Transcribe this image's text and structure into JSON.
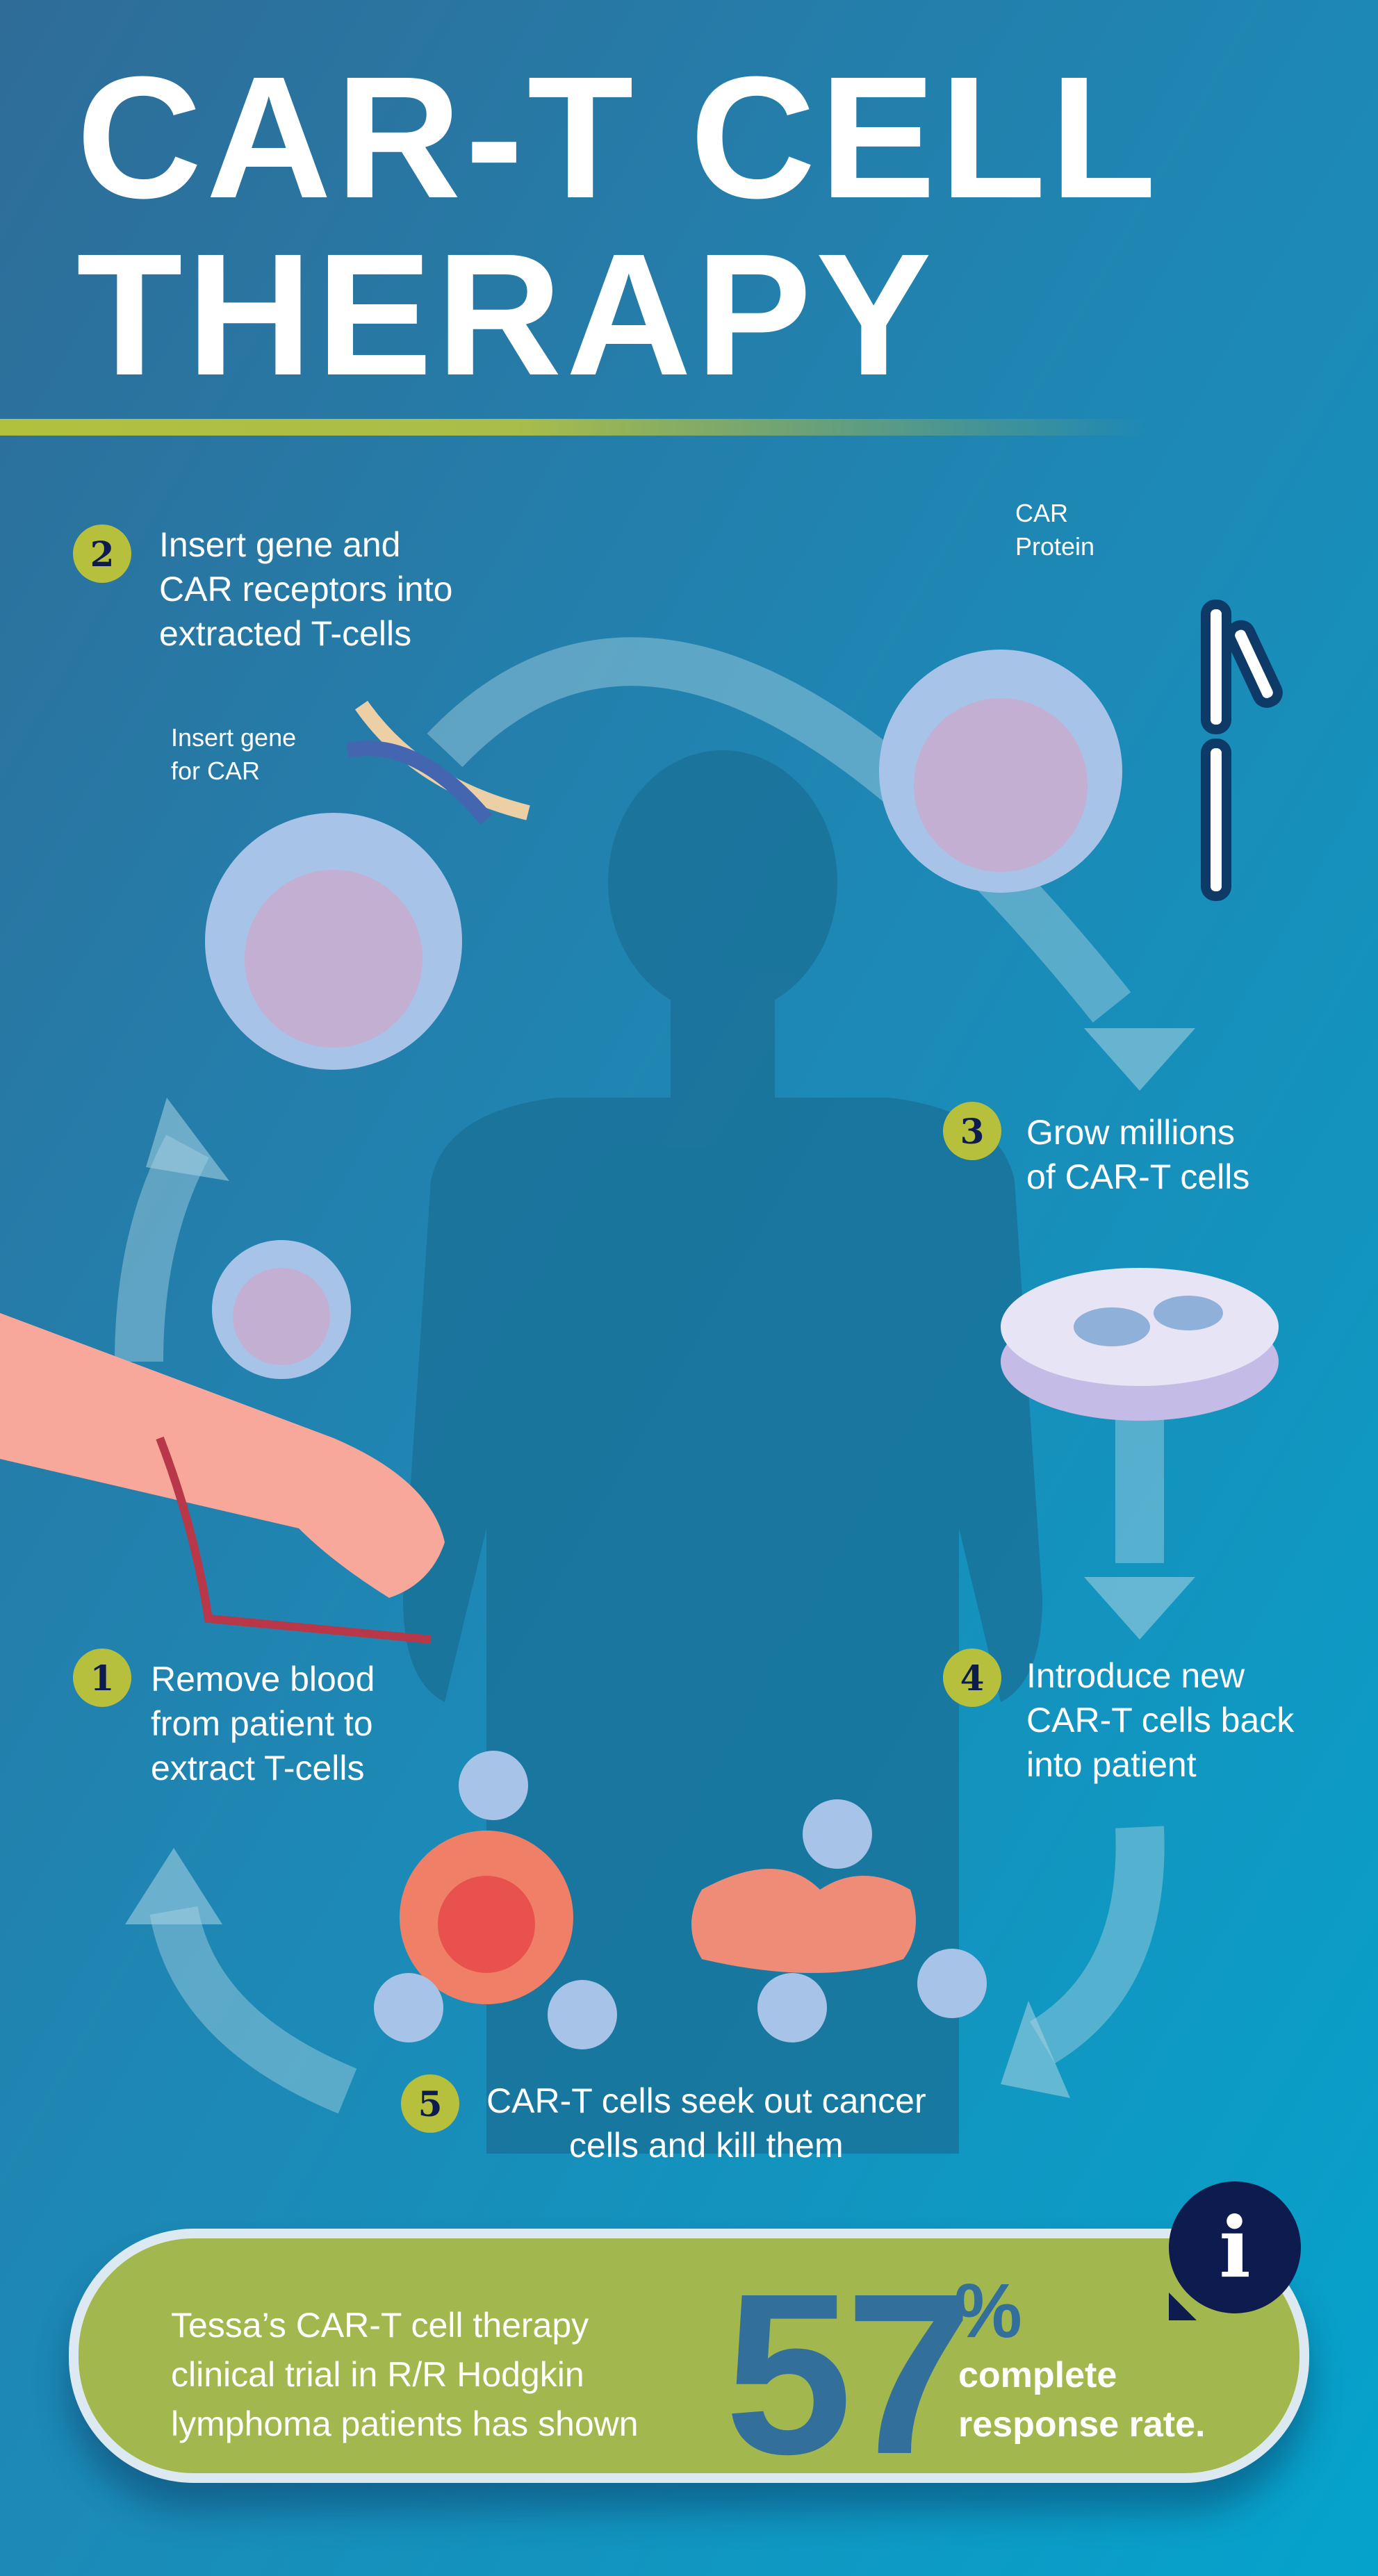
{
  "title": {
    "line1": "CAR-T CELL",
    "line2": "THERAPY"
  },
  "steps": [
    {
      "number": "1",
      "lines": [
        "Remove blood",
        "from patient to",
        "extract T-cells"
      ]
    },
    {
      "number": "2",
      "lines": [
        "Insert gene and",
        "CAR receptors into",
        "extracted T-cells"
      ]
    },
    {
      "number": "3",
      "lines": [
        "Grow millions",
        "of CAR-T cells"
      ]
    },
    {
      "number": "4",
      "lines": [
        "Introduce new",
        "CAR-T cells back",
        "into patient"
      ]
    },
    {
      "number": "5",
      "lines": [
        "CAR-T cells seek out cancer",
        "cells and kill them"
      ]
    }
  ],
  "labels": {
    "car_protein": [
      "CAR",
      "Protein"
    ],
    "insert_gene": [
      "Insert gene",
      "for CAR"
    ]
  },
  "callout": {
    "text": [
      "Tessa’s CAR-T cell therapy",
      "clinical trial in R/R Hodgkin",
      "lymphoma patients has shown"
    ],
    "value": "57",
    "unit": "%",
    "stat": [
      "complete",
      "response rate."
    ],
    "icon": "info-icon",
    "icon_glyph": "i"
  },
  "colors": {
    "accent": "#b6c03c",
    "navy": "#0d1b4f",
    "callout_bg": "#a2b84e",
    "stat_blue": "#326f9a"
  }
}
